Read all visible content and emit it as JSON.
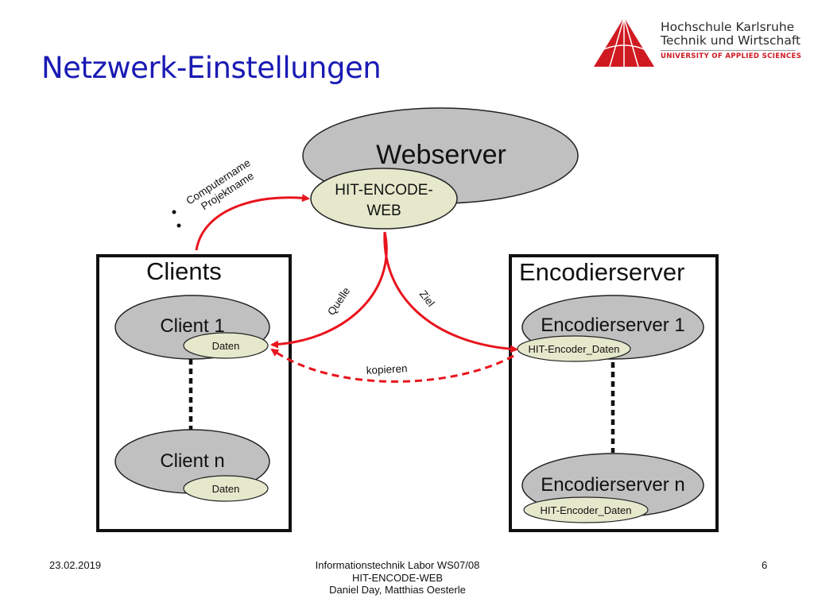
{
  "title": "Netzwerk-Einstellungen",
  "logo": {
    "line1": "Hochschule Karlsruhe",
    "line2": "Technik und Wirtschaft",
    "line3": "UNIVERSITY OF APPLIED SCIENCES"
  },
  "diagram": {
    "webserver": "Webserver",
    "hit_encode_web_line1": "HIT-ENCODE-",
    "hit_encode_web_line2": "WEB",
    "annotation_computername": "Computername",
    "annotation_projektname": "Projektname",
    "clients_heading": "Clients",
    "client1": "Client 1",
    "client_n": "Client n",
    "daten_label": "Daten",
    "encoder_heading": "Encodierserver",
    "encoder1": "Encodierserver 1",
    "encoder_n": "Encodierserver n",
    "encoder_daten_label": "HIT-Encoder_Daten",
    "arrow_quelle": "Quelle",
    "arrow_ziel": "Ziel",
    "arrow_kopieren": "kopieren",
    "colors": {
      "arrow": "#e8141d",
      "node_gray": "#c0c0c0",
      "node_cream": "#e6e8cc",
      "border": "#111111"
    }
  },
  "footer": {
    "date": "23.02.2019",
    "line1": "Informationstechnik Labor  WS07/08",
    "line2": "HIT-ENCODE-WEB",
    "line3": "Daniel Day, Matthias Oesterle",
    "page": "6"
  }
}
